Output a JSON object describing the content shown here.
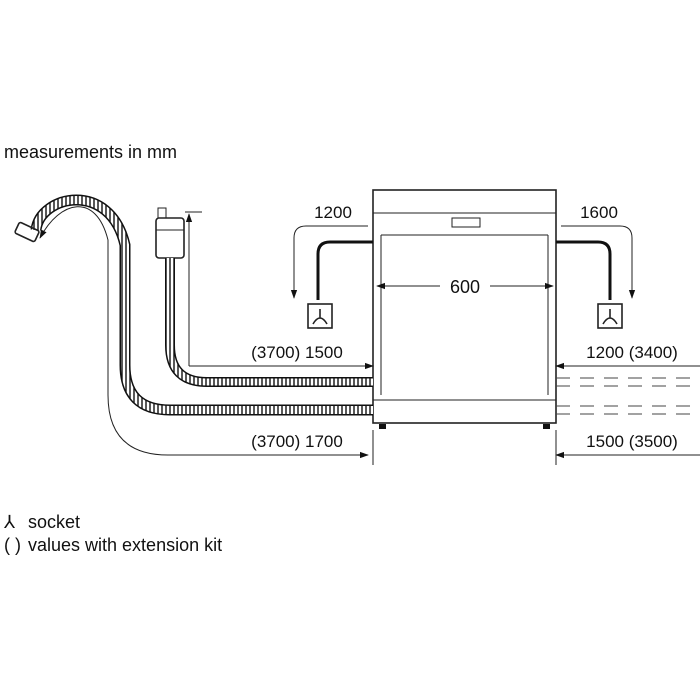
{
  "header": {
    "units_note": "measurements in mm"
  },
  "dimensions": {
    "width": "600",
    "left_power": "1200",
    "right_power": "1600",
    "drain_hose_left": "(3700) 1500",
    "inlet_hose_left": "(3700) 1700",
    "drain_hose_right": "1200 (3400)",
    "inlet_hose_right": "1500 (3500)"
  },
  "legend": {
    "socket_symbol": "⅄",
    "socket_label": "socket",
    "extension_symbol": "( )",
    "extension_label": "values with extension kit"
  }
}
